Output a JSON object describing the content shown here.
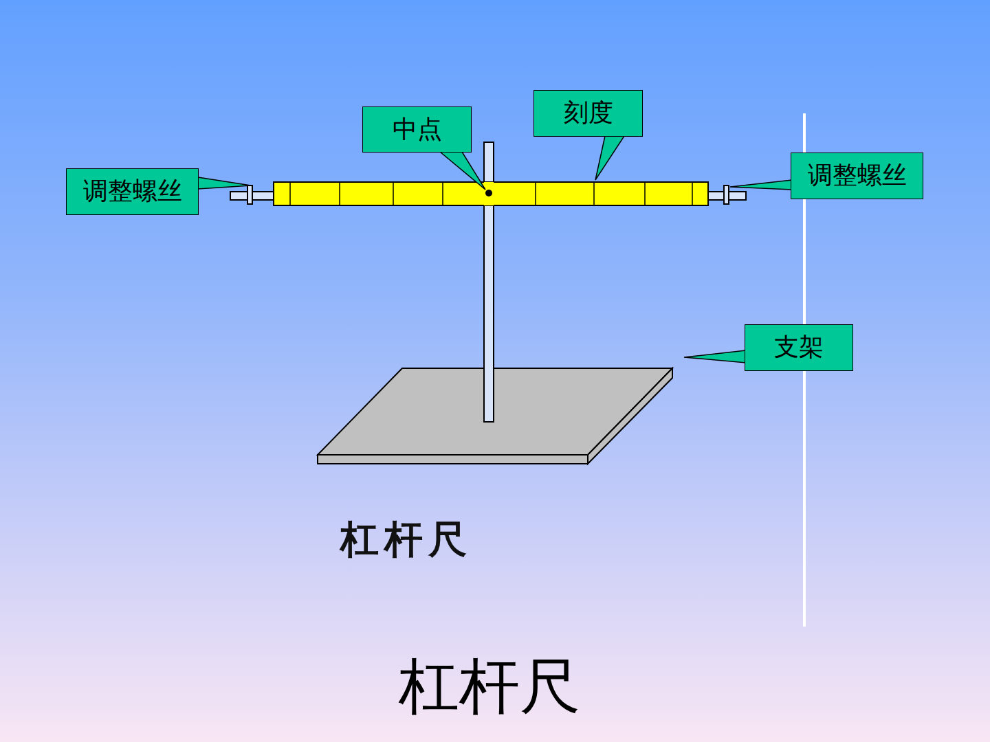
{
  "diagram": {
    "caption": "杠杆尺",
    "nodes": [
      {
        "text": [
          "刻度"
        ]
      },
      {
        "text": [
          "中点"
        ]
      },
      {
        "text": [
          "调整螺丝"
        ]
      },
      {
        "text": [
          "调整螺丝"
        ]
      },
      {
        "text": [
          "支架"
        ]
      }
    ],
    "labels": [
      "杠杆尺"
    ]
  }
}
